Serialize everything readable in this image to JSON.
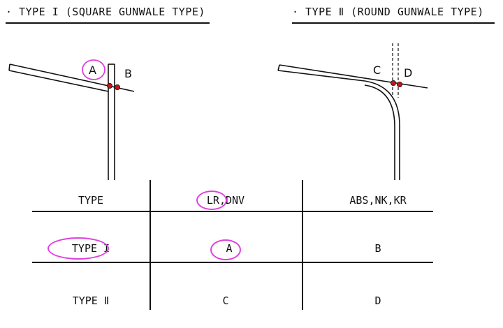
{
  "headings": {
    "type1": "· TYPE  I (SQUARE GUNWALE TYPE)",
    "type2": "· TYPE  Ⅱ (ROUND GUNWALE TYPE)"
  },
  "diagram_labels": {
    "a": "A",
    "b": "B",
    "c": "C",
    "d": "D"
  },
  "table": {
    "header": [
      "TYPE",
      "LR,DNV",
      "ABS,NK,KR"
    ],
    "rows": [
      [
        "TYPE  I",
        "A",
        "B"
      ],
      [
        "TYPE  Ⅱ",
        "C",
        "D"
      ]
    ]
  },
  "colors": {
    "highlight": "#e040e0",
    "point": "#c01818",
    "ink": "#111111"
  }
}
